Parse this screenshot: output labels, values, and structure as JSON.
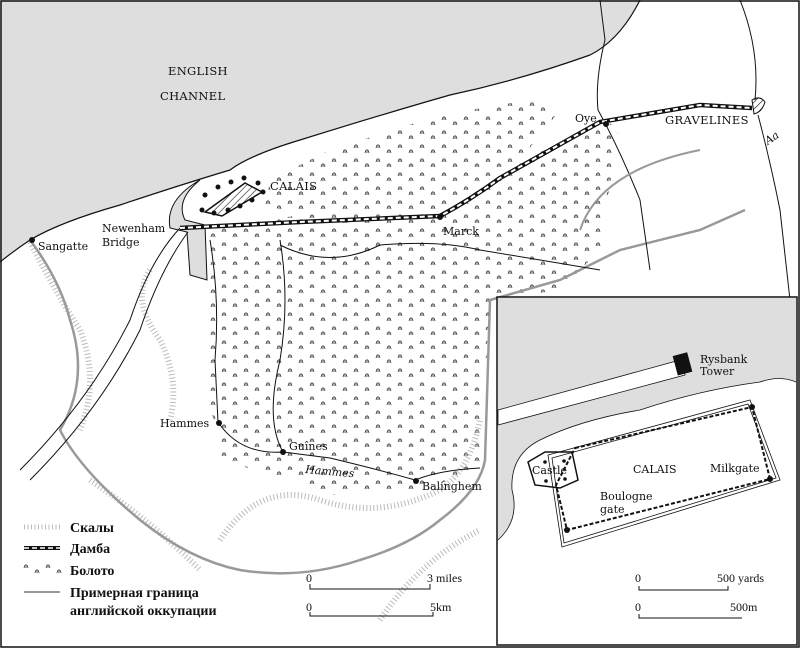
{
  "colors": {
    "sea": "#dedede",
    "boundary": "#999999",
    "ink": "#111111"
  },
  "map": {
    "sea_label": [
      "ENGLISH",
      "CHANNEL"
    ],
    "places": {
      "calais": "CALAIS",
      "oye": "Oye",
      "gravelines": "GRAVELINES",
      "river_aa": "Aa",
      "newenham": [
        "Newenham",
        "Bridge"
      ],
      "sangatte": "Sangatte",
      "marck": "Marck",
      "hammes_town": "Hammes",
      "guines": "Guînes",
      "hammes_marsh": "Hammes",
      "balinghem": "Balinghem"
    },
    "legend": {
      "cliffs": "Скалы",
      "causeway": "Дамба",
      "marsh": "Болото",
      "boundary": [
        "Примерная граница",
        "английской оккупации"
      ]
    },
    "scale": {
      "miles_zero": "0",
      "miles": "3 miles",
      "km_zero": "0",
      "km": "5km"
    }
  },
  "inset": {
    "tower": [
      "Rysbank",
      "Tower"
    ],
    "town": "CALAIS",
    "castle": "Castle",
    "milkgate": "Milkgate",
    "boulogne_gate": [
      "Boulogne",
      "gate"
    ],
    "scale": {
      "yards_zero": "0",
      "yards": "500 yards",
      "m_zero": "0",
      "m": "500m"
    }
  }
}
